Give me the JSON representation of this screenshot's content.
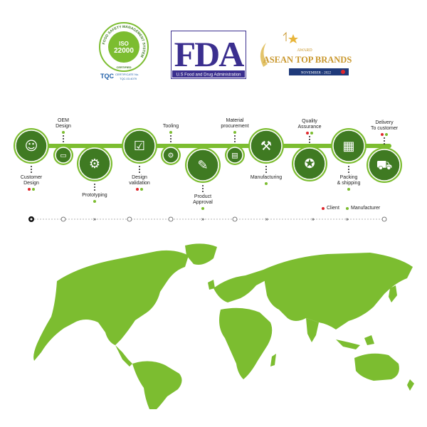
{
  "certifications": {
    "iso": {
      "ring_text": "FOOD SAFETY MANAGEMENT SYSTEM",
      "iso_label": "ISO",
      "iso_number": "22000",
      "certified": "CERTIFIED",
      "brand": "TQC",
      "cert_line1": "CERTIFICATE No.",
      "cert_line2": "TQC.03.4079"
    },
    "fda": {
      "logo_text": "FDA",
      "caption": "U.S Food and Drug Administration"
    },
    "award": {
      "label": "AWARD",
      "title": "ASEAN TOP BRANDS",
      "date": "NOVEMBER - 2022"
    }
  },
  "process": {
    "steps": [
      {
        "label": "Customer\nDesign",
        "icon": "customer-design-icon",
        "roles": [
          "client",
          "manufacturer"
        ]
      },
      {
        "label": "OEM\nDesign",
        "icon": "oem-design-icon",
        "roles": [
          "manufacturer"
        ]
      },
      {
        "label": "Prototyping",
        "icon": "prototyping-icon",
        "roles": [
          "manufacturer"
        ]
      },
      {
        "label": "Design\nvalidation",
        "icon": "design-validation-icon",
        "roles": [
          "client",
          "manufacturer"
        ]
      },
      {
        "label": "Tooling",
        "icon": "tooling-icon",
        "roles": [
          "manufacturer"
        ]
      },
      {
        "label": "Product\nApproval",
        "icon": "product-approval-icon",
        "roles": [
          "manufacturer"
        ]
      },
      {
        "label": "Material\nprocurement",
        "icon": "material-procurement-icon",
        "roles": [
          "manufacturer"
        ]
      },
      {
        "label": "Manufacturing",
        "icon": "manufacturing-icon",
        "roles": [
          "manufacturer"
        ]
      },
      {
        "label": "Quality\nAssurance",
        "icon": "quality-assurance-icon",
        "roles": [
          "client",
          "manufacturer"
        ]
      },
      {
        "label": "Packing\n& shipping",
        "icon": "packing-shipping-icon",
        "roles": [
          "manufacturer"
        ]
      },
      {
        "label": "Delivery\nTo customer",
        "icon": "delivery-icon",
        "roles": [
          "client",
          "manufacturer"
        ]
      }
    ],
    "legend": {
      "client": "Client",
      "manufacturer": "Manufacturer"
    }
  },
  "colors": {
    "green": "#7cbd30",
    "dark_green": "#3f7a22",
    "client_red": "#e0262c",
    "fda_purple": "#3b2f8f",
    "award_navy": "#1f3a7a",
    "award_gold": "#c9972c"
  }
}
